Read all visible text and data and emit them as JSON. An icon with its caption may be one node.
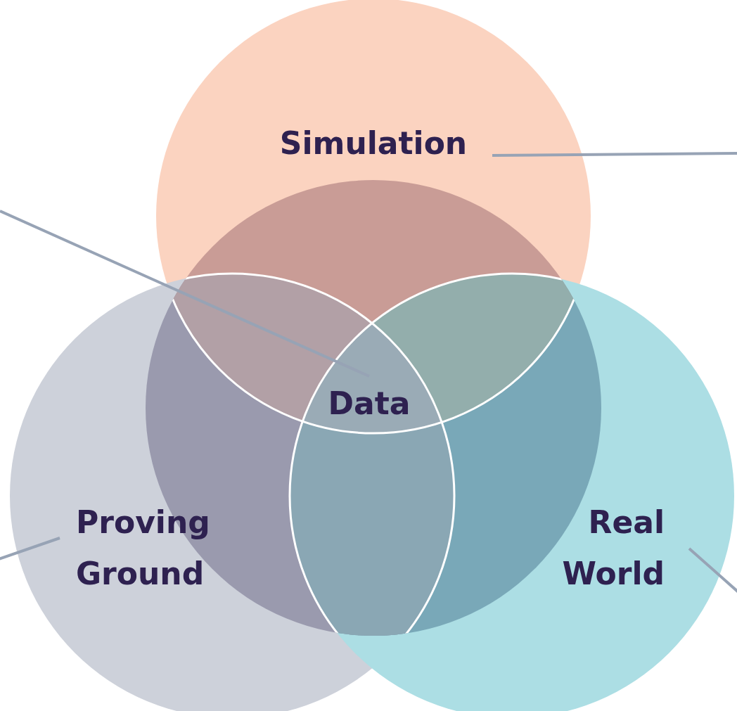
{
  "diagram": {
    "nodes": [
      {
        "text": [
          "Simulation"
        ]
      },
      {
        "text": [
          "Proving Ground"
        ]
      },
      {
        "text": [
          "Real World"
        ]
      },
      {
        "text": [
          "Data"
        ]
      }
    ],
    "edges": [
      {
        "from": 0,
        "to": null,
        "arrow": "none"
      },
      {
        "from": null,
        "to": 3,
        "arrow": "none"
      },
      {
        "from": 1,
        "to": null,
        "arrow": "none"
      },
      {
        "from": 2,
        "to": null,
        "arrow": "none"
      }
    ]
  }
}
